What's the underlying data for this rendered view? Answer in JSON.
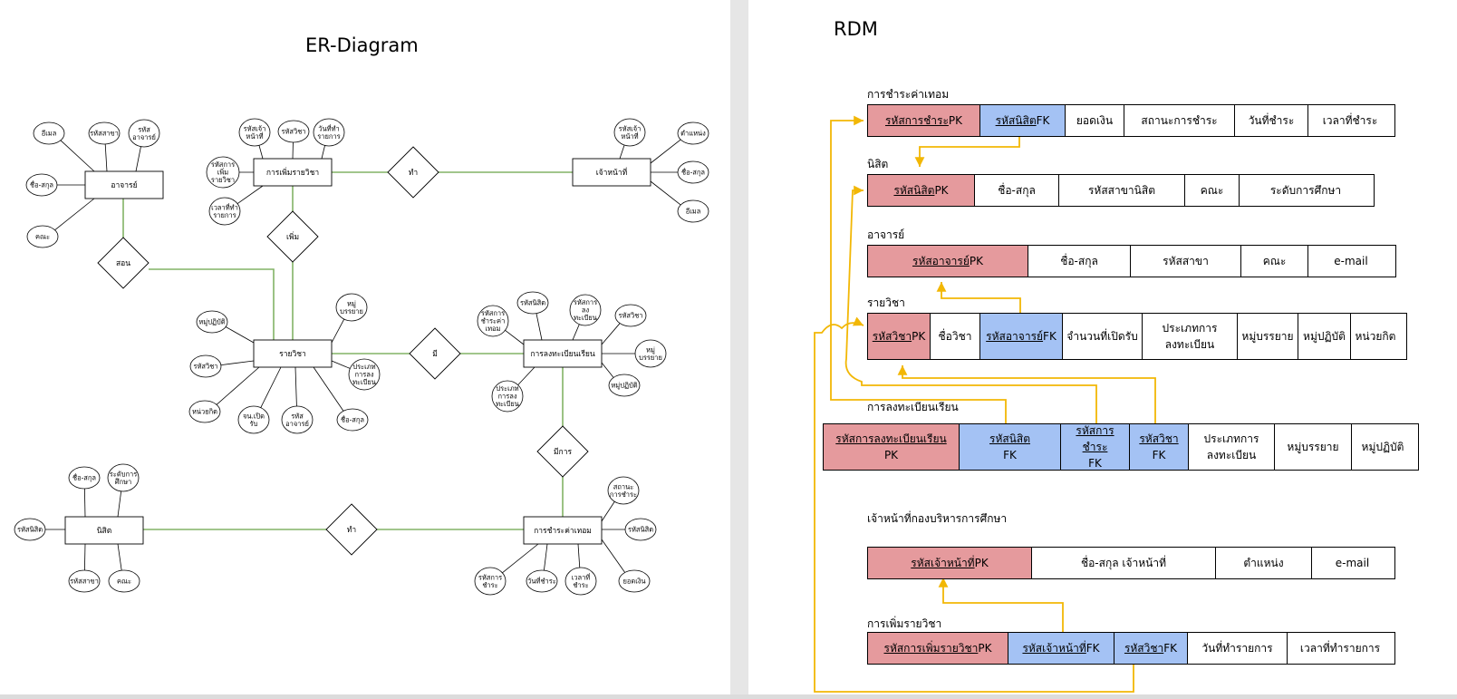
{
  "er": {
    "title": "ER-Diagram",
    "entities": {
      "teacher": "อาจารย์",
      "add_course": "การเพิ่มรายวิชา",
      "staff": "เจ้าหน้าที่",
      "course": "รายวิชา",
      "registration": "การลงทะเบียนเรียน",
      "student": "นิสิต",
      "payment": "การชำระค่าเทอม"
    },
    "relationships": {
      "teach": "สอน",
      "do_top": "ทำ",
      "add": "เพิ่ม",
      "has_mi": "มี",
      "has_payment": "มีการ",
      "do_bottom": "ทำ"
    },
    "attributes": {
      "teacher_email": "อีเมล",
      "teacher_branch": "รหัสสาขา",
      "teacher_id": "รหัส\nอาจารย์",
      "teacher_name": "ชื่อ-สกุล",
      "teacher_faculty": "คณะ",
      "add_staff_id": "รหัสเจ้า\nหน้าที่",
      "add_course_id": "รหัสวิชา",
      "add_date": "วันที่ทำ\nรายการ",
      "add_id": "รหัสการ\nเพิ่ม\nรายวิชา",
      "add_time": "เวลาที่ทำ\nรายการ",
      "staff_id": "รหัสเจ้า\nหน้าที่",
      "staff_position": "ตำแหน่ง",
      "staff_name": "ชื่อ-สกุล",
      "staff_email": "อีเมล",
      "course_practical": "หมู่ปฏิบัติ",
      "course_lecture": "หมู่\nบรรยาย",
      "course_id": "รหัสวิชา",
      "course_reg_type": "ประเภท\nการลง\nทะเบียน",
      "course_credit": "หน่วยกิต",
      "course_capacity": "จน.เปิด\nรับ",
      "course_teacher_id": "รหัส\nอาจารย์",
      "course_name": "ชื่อ-สกุล",
      "reg_payment_id": "รหัสการ\nชำระค่า\nเทอม",
      "reg_student_id": "รหัสนิสิต",
      "reg_id": "รหัสการ\nลง\nทะเบียน",
      "reg_course_id": "รหัสวิชา",
      "reg_lecture": "หมู่\nบรรยาย",
      "reg_practical": "หมู่ปฏิบัติ",
      "reg_type": "ประเภท\nการลง\nทะเบียน",
      "student_name": "ชื่อ-สกุล",
      "student_level": "ระดับการ\nศึกษา",
      "student_id": "รหัสนิสิต",
      "student_branch": "รหัสสาขา",
      "student_faculty": "คณะ",
      "pay_status": "สถานะ\nการชำระ",
      "pay_student_id": "รหัสนิสิต",
      "pay_id": "รหัสการ\nชำระ",
      "pay_date": "วันที่ชำระ",
      "pay_time": "เวลาที่\nชำระ",
      "pay_amount": "ยอดเงิน"
    }
  },
  "rdm": {
    "title": "RDM",
    "tables": [
      {
        "label": "การชำระค่าเทอม",
        "cells": [
          {
            "text": "รหัสการชำระ",
            "suffix": "PK",
            "kind": "pk"
          },
          {
            "text": "รหัสนิสิต",
            "suffix": "FK",
            "kind": "fk"
          },
          {
            "text": "ยอดเงิน",
            "kind": "plain"
          },
          {
            "text": "สถานะการชำระ",
            "kind": "plain"
          },
          {
            "text": "วันที่ชำระ",
            "kind": "plain"
          },
          {
            "text": "เวลาที่ชำระ",
            "kind": "plain"
          }
        ]
      },
      {
        "label": "นิสิต",
        "cells": [
          {
            "text": "รหัสนิสิต",
            "suffix": "PK",
            "kind": "pk"
          },
          {
            "text": "ชื่อ-สกุล",
            "kind": "plain"
          },
          {
            "text": "รหัสสาขานิสิต",
            "kind": "plain"
          },
          {
            "text": "คณะ",
            "kind": "plain"
          },
          {
            "text": "ระดับการศึกษา",
            "kind": "plain"
          }
        ]
      },
      {
        "label": "อาจารย์",
        "cells": [
          {
            "text": "รหัสอาจารย์",
            "suffix": "PK",
            "kind": "pk"
          },
          {
            "text": "ชื่อ-สกุล",
            "kind": "plain"
          },
          {
            "text": "รหัสสาขา",
            "kind": "plain"
          },
          {
            "text": "คณะ",
            "kind": "plain"
          },
          {
            "text": "e-mail",
            "kind": "plain"
          }
        ]
      },
      {
        "label": "รายวิชา",
        "cells": [
          {
            "text": "รหัสวิชา",
            "suffix": "PK",
            "kind": "pk"
          },
          {
            "text": "ชื่อวิชา",
            "kind": "plain"
          },
          {
            "text": "รหัสอาจารย์",
            "suffix": "FK",
            "kind": "fk"
          },
          {
            "text": "จำนวนที่เปิดรับ",
            "kind": "plain"
          },
          {
            "text": "ประเภทการ\nลงทะเบียน",
            "kind": "plain"
          },
          {
            "text": "หมู่บรรยาย",
            "kind": "plain"
          },
          {
            "text": "หมู่ปฏิบัติ",
            "kind": "plain"
          },
          {
            "text": "หน่วยกิต",
            "kind": "plain"
          }
        ]
      },
      {
        "label": "การลงทะเบียนเรียน",
        "cells": [
          {
            "text": "รหัสการลงทะเบียนเรียน",
            "suffix": "PK",
            "kind": "pk",
            "stack": true
          },
          {
            "text": "รหัสนิสิต",
            "suffix": "FK",
            "kind": "fk",
            "stack": true
          },
          {
            "text": "รหัสการชำระ",
            "suffix": "FK",
            "kind": "fk",
            "stack": true
          },
          {
            "text": "รหัสวิชา",
            "suffix": "FK",
            "kind": "fk",
            "stack": true
          },
          {
            "text": "ประเภทการ\nลงทะเบียน",
            "kind": "plain"
          },
          {
            "text": "หมู่บรรยาย",
            "kind": "plain"
          },
          {
            "text": "หมู่ปฏิบัติ",
            "kind": "plain"
          }
        ]
      },
      {
        "label": "เจ้าหน้าที่กองบริหารการศึกษา",
        "cells": [
          {
            "text": "รหัสเจ้าหน้าที่",
            "suffix": "PK",
            "kind": "pk"
          },
          {
            "text": "ชื่อ-สกุล เจ้าหน้าที่",
            "kind": "plain"
          },
          {
            "text": "ตำแหน่ง",
            "kind": "plain"
          },
          {
            "text": "e-mail",
            "kind": "plain"
          }
        ]
      },
      {
        "label": "การเพิ่มรายวิชา",
        "cells": [
          {
            "text": "รหัสการเพิ่มรายวิชา",
            "suffix": "PK",
            "kind": "pk"
          },
          {
            "text": "รหัสเจ้าหน้าที่",
            "suffix": "FK",
            "kind": "fk"
          },
          {
            "text": "รหัสวิชา",
            "suffix": "FK",
            "kind": "fk"
          },
          {
            "text": "วันที่ทำรายการ",
            "kind": "plain"
          },
          {
            "text": "เวลาที่ทำรายการ",
            "kind": "plain"
          }
        ]
      }
    ]
  },
  "colors": {
    "pk": "#e59a9d",
    "fk": "#a4c2f4",
    "connector": "#82b366",
    "arrow": "#f2b705"
  }
}
